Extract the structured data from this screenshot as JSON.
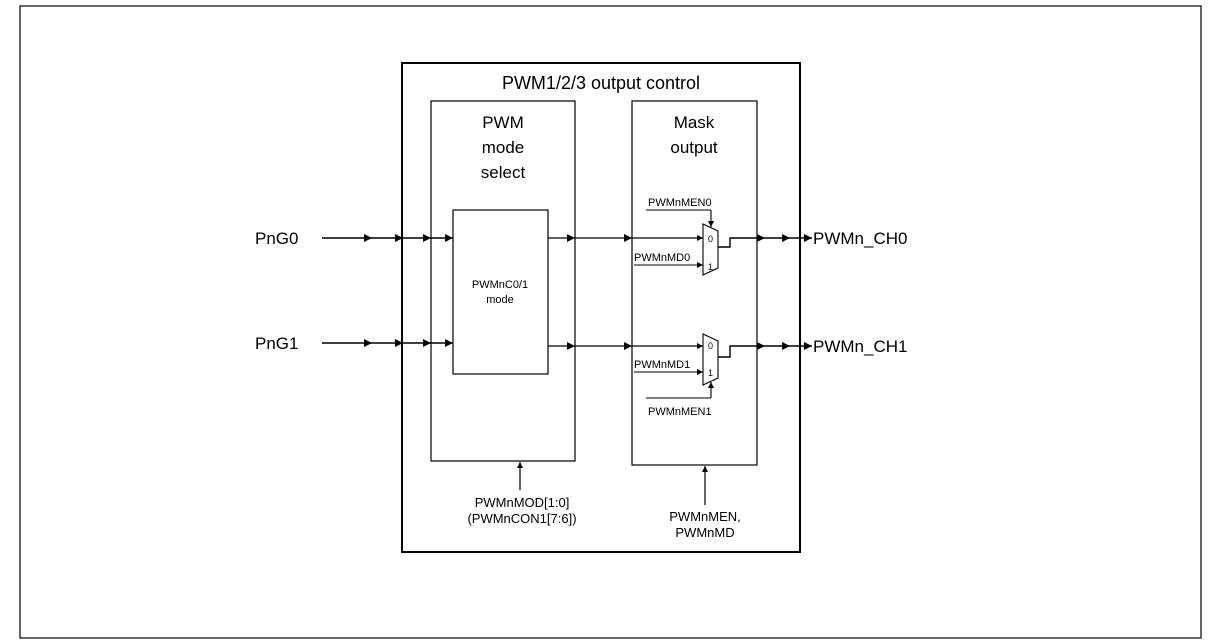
{
  "outer_title": "PWM1/2/3 output control",
  "mode_block": {
    "line1": "PWM",
    "line2": "mode",
    "line3": "select",
    "inner_line1": "PWMnC0/1",
    "inner_line2": "mode"
  },
  "mask_block": {
    "line1": "Mask",
    "line2": "output"
  },
  "inputs": [
    "PnG0",
    "PnG1"
  ],
  "outputs": [
    "PWMn_CH0",
    "PWMn_CH1"
  ],
  "mux0": {
    "enable": "PWMnMEN0",
    "data": "PWMnMD0",
    "in0": "0",
    "in1": "1"
  },
  "mux1": {
    "enable": "PWMnMEN1",
    "data": "PWMnMD1",
    "in0": "0",
    "in1": "1"
  },
  "mode_ctrl": {
    "line1": "PWMnMOD[1:0]",
    "line2": "(PWMnCON1[7:6])"
  },
  "mask_ctrl": {
    "line1": "PWMnMEN,",
    "line2": "PWMnMD"
  }
}
